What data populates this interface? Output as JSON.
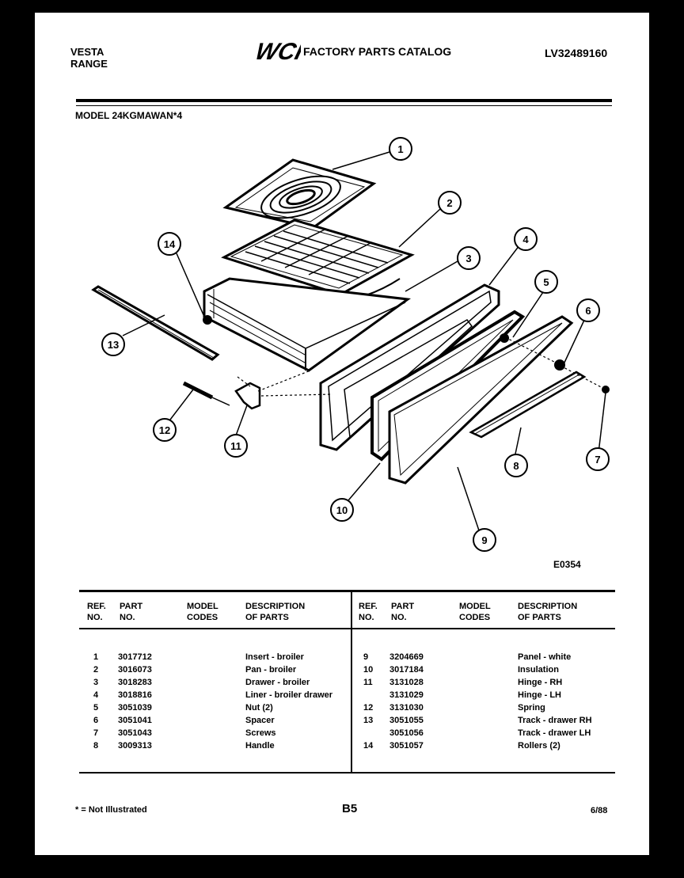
{
  "header": {
    "brand_line1": "VESTA",
    "brand_line2": "RANGE",
    "logo_text": "WCI",
    "catalog_title": "FACTORY PARTS CATALOG",
    "catalog_number": "LV32489160"
  },
  "model_line": "MODEL 24KGMAWAN*4",
  "diagram": {
    "code": "E0354",
    "callouts": [
      "1",
      "2",
      "3",
      "4",
      "5",
      "6",
      "7",
      "8",
      "9",
      "10",
      "11",
      "12",
      "13",
      "14"
    ]
  },
  "table": {
    "headers": {
      "ref": "REF.\nNO.",
      "part": "PART\nNO.",
      "model": "MODEL\nCODES",
      "desc": "DESCRIPTION\nOF PARTS"
    },
    "left_rows": [
      {
        "ref": "1",
        "part": "3017712",
        "desc": "Insert - broiler"
      },
      {
        "ref": "2",
        "part": "3016073",
        "desc": "Pan - broiler"
      },
      {
        "ref": "3",
        "part": "3018283",
        "desc": "Drawer - broiler"
      },
      {
        "ref": "4",
        "part": "3018816",
        "desc": "Liner - broiler drawer"
      },
      {
        "ref": "5",
        "part": "3051039",
        "desc": "Nut (2)"
      },
      {
        "ref": "6",
        "part": "3051041",
        "desc": "Spacer"
      },
      {
        "ref": "7",
        "part": "3051043",
        "desc": "Screws"
      },
      {
        "ref": "8",
        "part": "3009313",
        "desc": "Handle"
      }
    ],
    "right_rows": [
      {
        "ref": "9",
        "part": "3204669",
        "desc": "Panel - white"
      },
      {
        "ref": "10",
        "part": "3017184",
        "desc": "Insulation"
      },
      {
        "ref": "11",
        "part": "3131028",
        "desc": "Hinge - RH"
      },
      {
        "ref": "",
        "part": "3131029",
        "desc": "Hinge - LH"
      },
      {
        "ref": "12",
        "part": "3131030",
        "desc": "Spring"
      },
      {
        "ref": "13",
        "part": "3051055",
        "desc": "Track - drawer RH"
      },
      {
        "ref": "",
        "part": "3051056",
        "desc": "Track - drawer LH"
      },
      {
        "ref": "14",
        "part": "3051057",
        "desc": "Rollers (2)"
      }
    ]
  },
  "footer": {
    "note": "* = Not Illustrated",
    "page": "B5",
    "date": "6/88"
  }
}
